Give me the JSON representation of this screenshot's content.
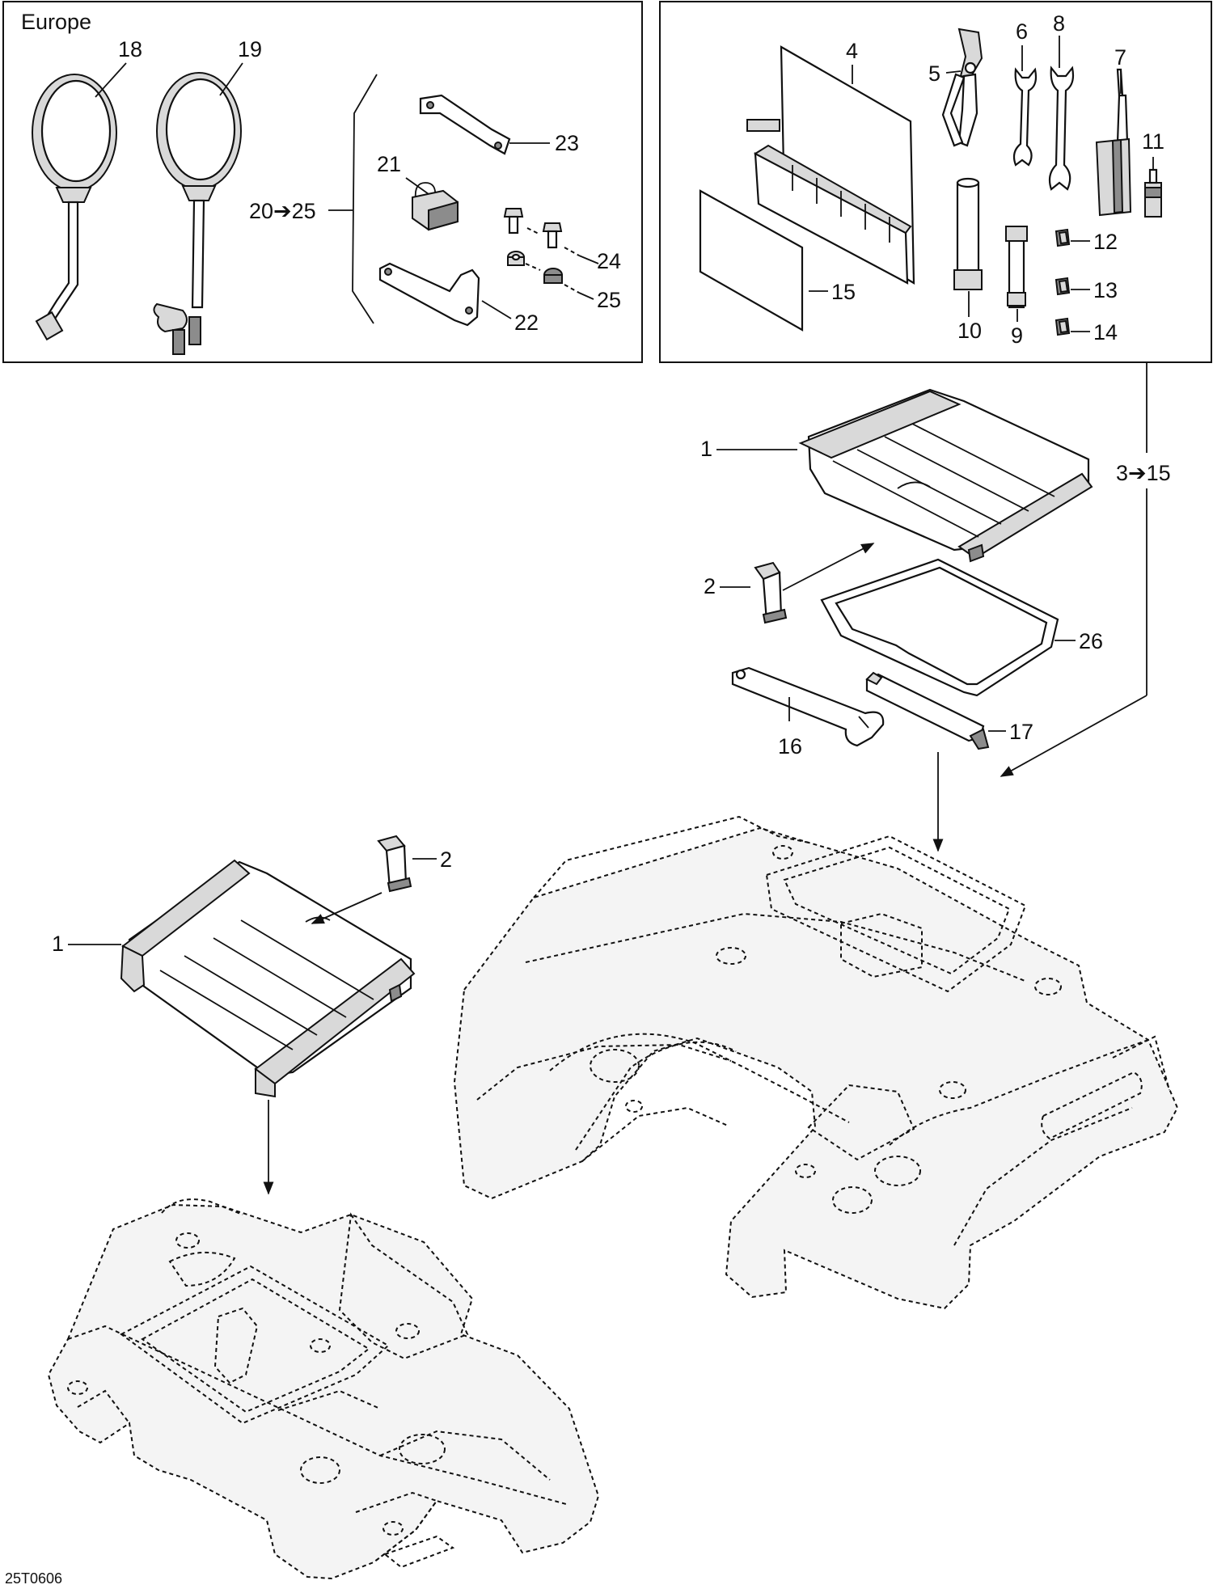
{
  "diagram": {
    "region_label": "Europe",
    "drawing_code": "25T0606",
    "range_labels": {
      "mirror_kit": "20➔25",
      "tool_kit": "3➔15"
    },
    "callouts": {
      "c1a": "1",
      "c1b": "1",
      "c2a": "2",
      "c2b": "2",
      "c4": "4",
      "c5": "5",
      "c6": "6",
      "c7": "7",
      "c8": "8",
      "c9": "9",
      "c10": "10",
      "c11": "11",
      "c12": "12",
      "c13": "13",
      "c14": "14",
      "c15": "15",
      "c16": "16",
      "c17": "17",
      "c18": "18",
      "c19": "19",
      "c21": "21",
      "c22": "22",
      "c23": "23",
      "c24": "24",
      "c25": "25",
      "c26": "26"
    }
  }
}
